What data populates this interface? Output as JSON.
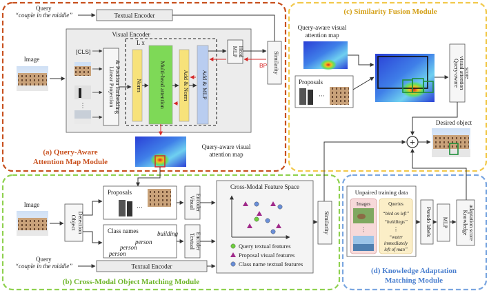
{
  "colors": {
    "module_a": "#c8501e",
    "module_b": "#8fd14f",
    "module_c": "#f2c94c",
    "module_d": "#7aa6e0",
    "norm": "#f7e27a",
    "attention": "#7ed957",
    "mlp_block": "#b9cdf0",
    "bp": "#d62828",
    "proposal_box": "#1f8f3a",
    "query_feat": "#6fcf3f",
    "proposal_feat": "#a02a8a",
    "class_feat": "#6a8fd8"
  },
  "module_a": {
    "title_line1": "(a) Query-Aware",
    "title_line2": "Attention Map Module",
    "query_label": "Query",
    "query_text": "“couple in the middle”",
    "textual_encoder": "Textual Encoder",
    "visual_encoder": "Visual Encoder",
    "image_label": "Image",
    "cls_token": "[CLS]",
    "linear_projection_line1": "Linear Projection",
    "linear_projection_line2": "& Position Embedding",
    "repeat": "L x",
    "norm1": "Norm",
    "attention": "Multi-head attention",
    "add_norm": "Add & Norm",
    "add_mlp": "Add & MLP",
    "mlp_head_line1": "MLP",
    "mlp_head_line2": "Head",
    "bp": "BP",
    "similarity": "Similarity",
    "attention_map_line1": "Query-aware visual",
    "attention_map_line2": "attention map",
    "dots": "⋮"
  },
  "module_b": {
    "title": "(b) Cross-Modal Object Matching Module",
    "image_label": "Image",
    "object_detection_line1": "Object",
    "object_detection_line2": "Detection",
    "proposals": "Proposals",
    "visual_encoder_line1": "Visual",
    "visual_encoder_line2": "Encoder",
    "class_names": "Class names",
    "class_word_building": "building",
    "class_word_person1": "person",
    "class_word_person2": "person",
    "class_word_person3": "person",
    "textual_encoder_line1": "Textual",
    "textual_encoder_line2": "Encoder",
    "feature_space_title": "Cross-Modal Feature Space",
    "legend_query": "Query textual features",
    "legend_proposal": "Proposal visual features",
    "legend_class": "Class name textual features",
    "query_label": "Query",
    "query_text": "“couple in the middle”",
    "textual_encoder": "Textual Encoder",
    "similarity": "Similarity"
  },
  "module_c": {
    "title": "(c) Similarity Fusion Module",
    "attention_map_line1": "Query-aware visual",
    "attention_map_line2": "attention map",
    "proposals": "Proposals",
    "score_line1": "Query-aware",
    "score_line2": "visual attention",
    "score_line3": "score",
    "desired_object": "Desired object",
    "plus": "+"
  },
  "module_d": {
    "title_line1": "(d) Knowledge Adaptation",
    "title_line2": "Matching Module",
    "unpaired": "Unpaired training data",
    "images_header": "Images",
    "queries_header": "Queries",
    "query1": "“bird on left”",
    "query2": "“buildings”",
    "query3_line1": "“water",
    "query3_line2": "immediately",
    "query3_line3": "left of man”",
    "pseudo_labels": "Pseudo labels",
    "mlp": "MLP",
    "score_line1": "Knowledge",
    "score_line2": "adaptation score",
    "dots": "⋮"
  }
}
